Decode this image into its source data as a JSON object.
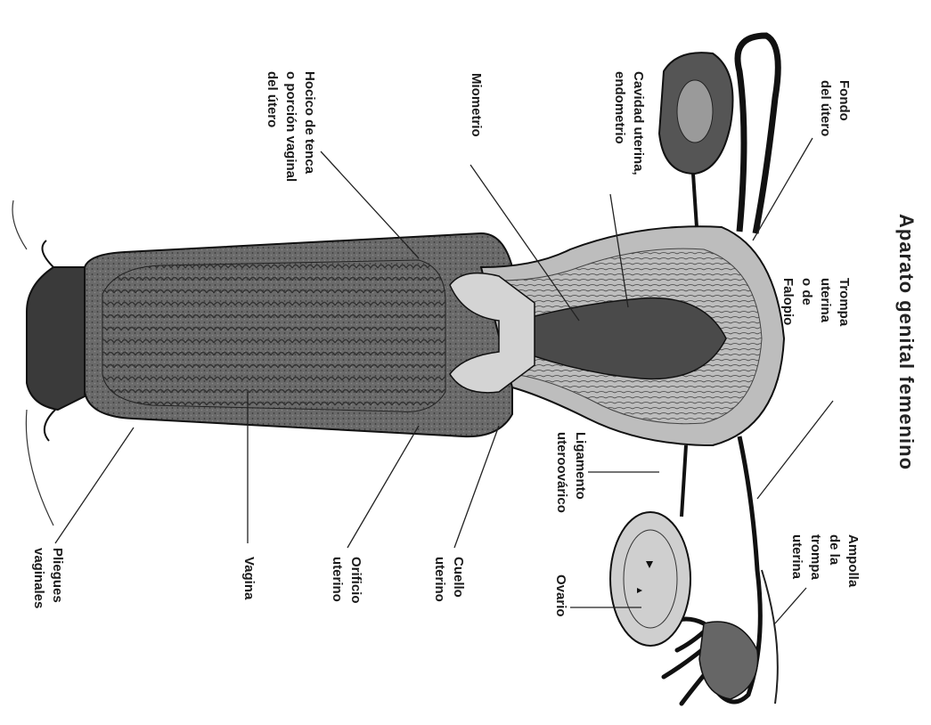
{
  "title": "Aparato genital femenino",
  "labels": {
    "fondo": "Fondo\ndel útero",
    "trompa": "Trompa uterina\no de Falopio",
    "ampolla": "Ampolla\nde la trompa\nuterina",
    "cavidad": "Cavidad uterina,\nendometrio",
    "miometrio": "Miometrio",
    "hocico": "Hocico de tenca\no porción vaginal\ndel útero",
    "ligamento": "Ligamento\nuteroovárico",
    "ovario": "Ovario",
    "cuello": "Cuello\nuterino",
    "orificio": "Orificio\nuterino",
    "vagina": "Vagina",
    "pliegues": "Pliegues\nvaginales"
  }
}
